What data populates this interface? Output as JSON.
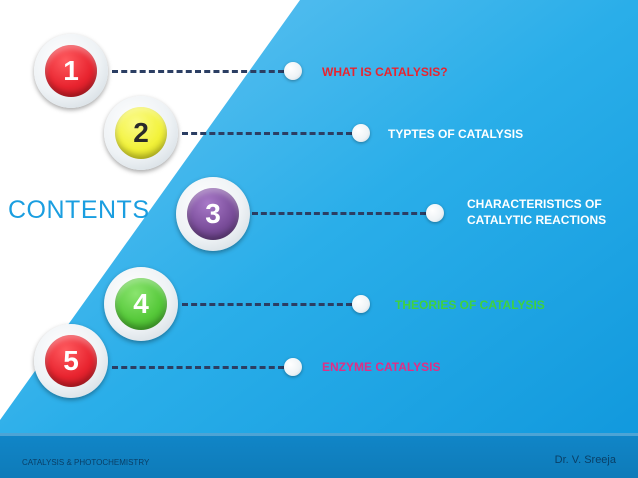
{
  "title": "CONTENTS",
  "colors": {
    "item1": "#e8242f",
    "item2": "#f2f23a",
    "item3": "#7a4d9a",
    "item4": "#56c93a",
    "item5": "#e8242f",
    "label1": "#e8242f",
    "label2": "#ffffff",
    "label3": "#ffffff",
    "label4": "#3fd23f",
    "label5": "#e02e86"
  },
  "items": [
    {
      "number": "1",
      "label": "WHAT IS CATALYSIS?"
    },
    {
      "number": "2",
      "label": "TYPTES OF CATALYSIS"
    },
    {
      "number": "3",
      "label_line1": "CHARACTERISTICS OF",
      "label_line2": "CATALYTIC REACTIONS"
    },
    {
      "number": "4",
      "label": "THEORIES OF CATALYSIS"
    },
    {
      "number": "5",
      "label": "ENZYME CATALYSIS"
    }
  ],
  "footer": {
    "left": "CATALYSIS & PHOTOCHEMISTRY",
    "right": "Dr. V. Sreeja"
  }
}
